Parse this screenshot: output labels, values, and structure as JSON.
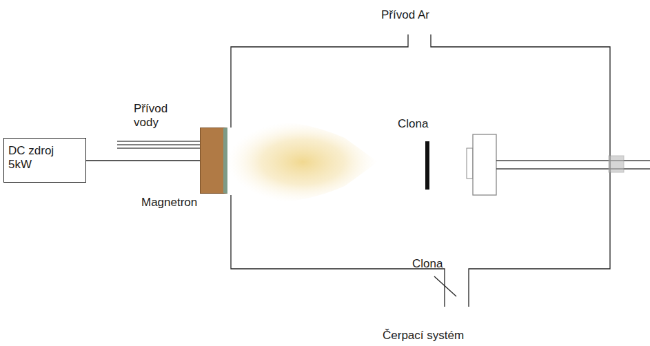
{
  "diagram": {
    "nodes": [
      {
        "text": [
          "DC zdroj 5kW"
        ]
      },
      {
        "text": [
          "Magnetron"
        ]
      }
    ],
    "edges": [
      {
        "from": 0,
        "to": 1,
        "arrow": "none"
      }
    ],
    "labels": [
      "Přívod Ar",
      "Přívod vody",
      "Clona",
      "Clona",
      "Čerpací systém"
    ]
  }
}
